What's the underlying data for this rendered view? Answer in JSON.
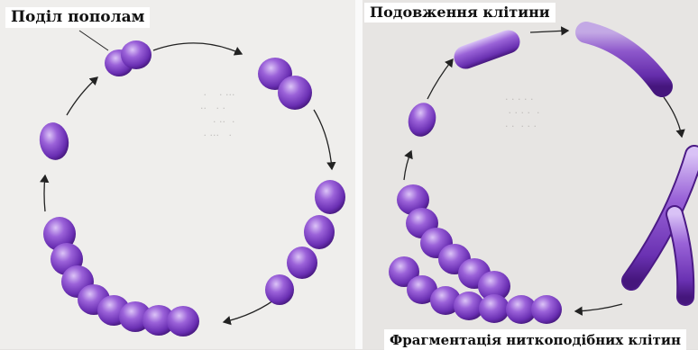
{
  "labels": {
    "binary_fission": "Поділ пополам",
    "elongation": "Подовження клітини",
    "fragmentation": "Фрагментація ниткоподібних клітин"
  },
  "colors": {
    "cell_light": "#b487e8",
    "cell_mid": "#7a3fc4",
    "cell_dark": "#3c126f",
    "arrow": "#222222"
  }
}
